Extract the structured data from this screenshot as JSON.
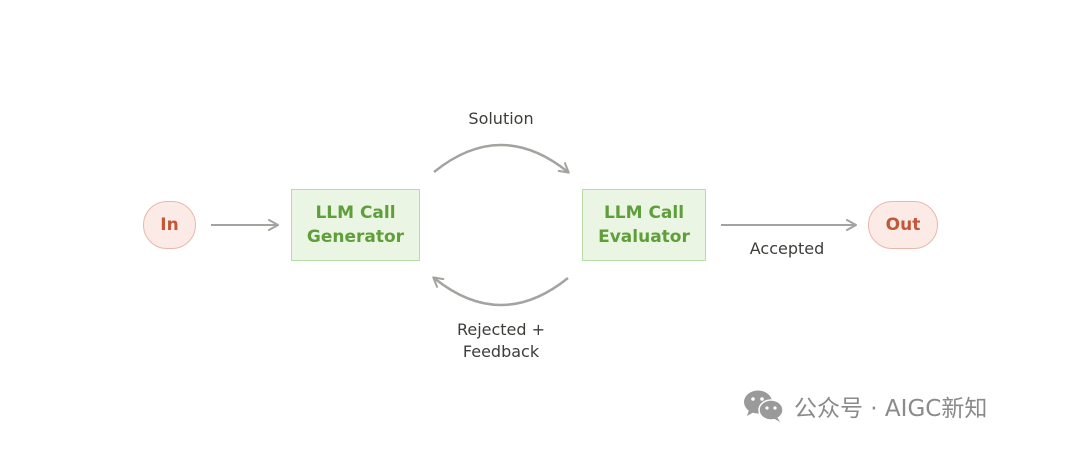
{
  "diagram": {
    "nodes": {
      "input": "In",
      "generator": [
        "LLM Call",
        "Generator"
      ],
      "evaluator": [
        "LLM Call",
        "Evaluator"
      ],
      "output": "Out"
    },
    "edges": {
      "solution": "Solution",
      "accepted": "Accepted",
      "rejected": [
        "Rejected +",
        "Feedback"
      ]
    }
  },
  "watermark": {
    "text": "公众号 · AIGC新知",
    "icon": "wechat-icon"
  },
  "colors": {
    "pill_fill": "#fbeae5",
    "pill_border": "#e9b8ab",
    "pill_text": "#c4573a",
    "box_fill": "#eaf5e3",
    "box_border": "#b8dca6",
    "box_text": "#5e9f3b",
    "arrow": "#a3a3a0",
    "label_text": "#3d3d3a",
    "watermark": "#8a8a8a"
  }
}
